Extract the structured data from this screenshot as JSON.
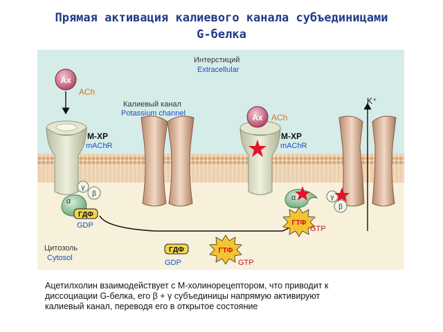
{
  "title": {
    "line1": "Прямая активация калиевого канала субъединицами",
    "line2": "G-белка"
  },
  "regions": {
    "extracellular_ru": "Интерстиций",
    "extracellular_en": "Extracellular",
    "cytosol_ru": "Цитозоль",
    "cytosol_en": "Cytosol"
  },
  "left": {
    "ligand": "Ax",
    "ligand_label": "ACh",
    "receptor_ru": "М-ХР",
    "receptor_en": "mAChR",
    "channel_ru": "Калиевый канал",
    "channel_en": "Potassium channel",
    "alpha": "α",
    "beta": "β",
    "gamma": "γ",
    "gdp_ru": "ГДФ",
    "gdp_en": "GDP"
  },
  "middle": {
    "gdp_ru": "ГДФ",
    "gdp_en": "GDP",
    "gtp_ru": "ГТФ",
    "gtp_en": "GTP"
  },
  "right": {
    "ligand": "Ax",
    "ligand_label": "ACh",
    "receptor_ru": "М-ХР",
    "receptor_en": "mAChR",
    "ion": "K⁺",
    "alpha": "α",
    "beta": "β",
    "gamma": "γ",
    "gtp_ru": "ГТФ",
    "gtp_en": "GTP"
  },
  "caption": {
    "line1": "Ацетилхолин взаимодействует с М-холинорецептором, что приводит к",
    "line2": "диссоциации G-белка, его β + γ субъединицы напрямую активируют",
    "line3": "калиевый канал, переводя его в открытое состояние"
  },
  "colors": {
    "title": "#1f3a8a",
    "extracellular_bg": "#d6ece9",
    "cytosol_bg": "#f7f1dc",
    "membrane": "#e8c9a2",
    "receptor": "#d9dcc4",
    "channel": "#d8b39a",
    "g_protein": "#8fc49a",
    "ligand": "#c45a78",
    "star": "#e0152a",
    "gtp_burst": "#f4c430",
    "label_blue": "#1a4fc0",
    "label_orange": "#c87a1e"
  }
}
